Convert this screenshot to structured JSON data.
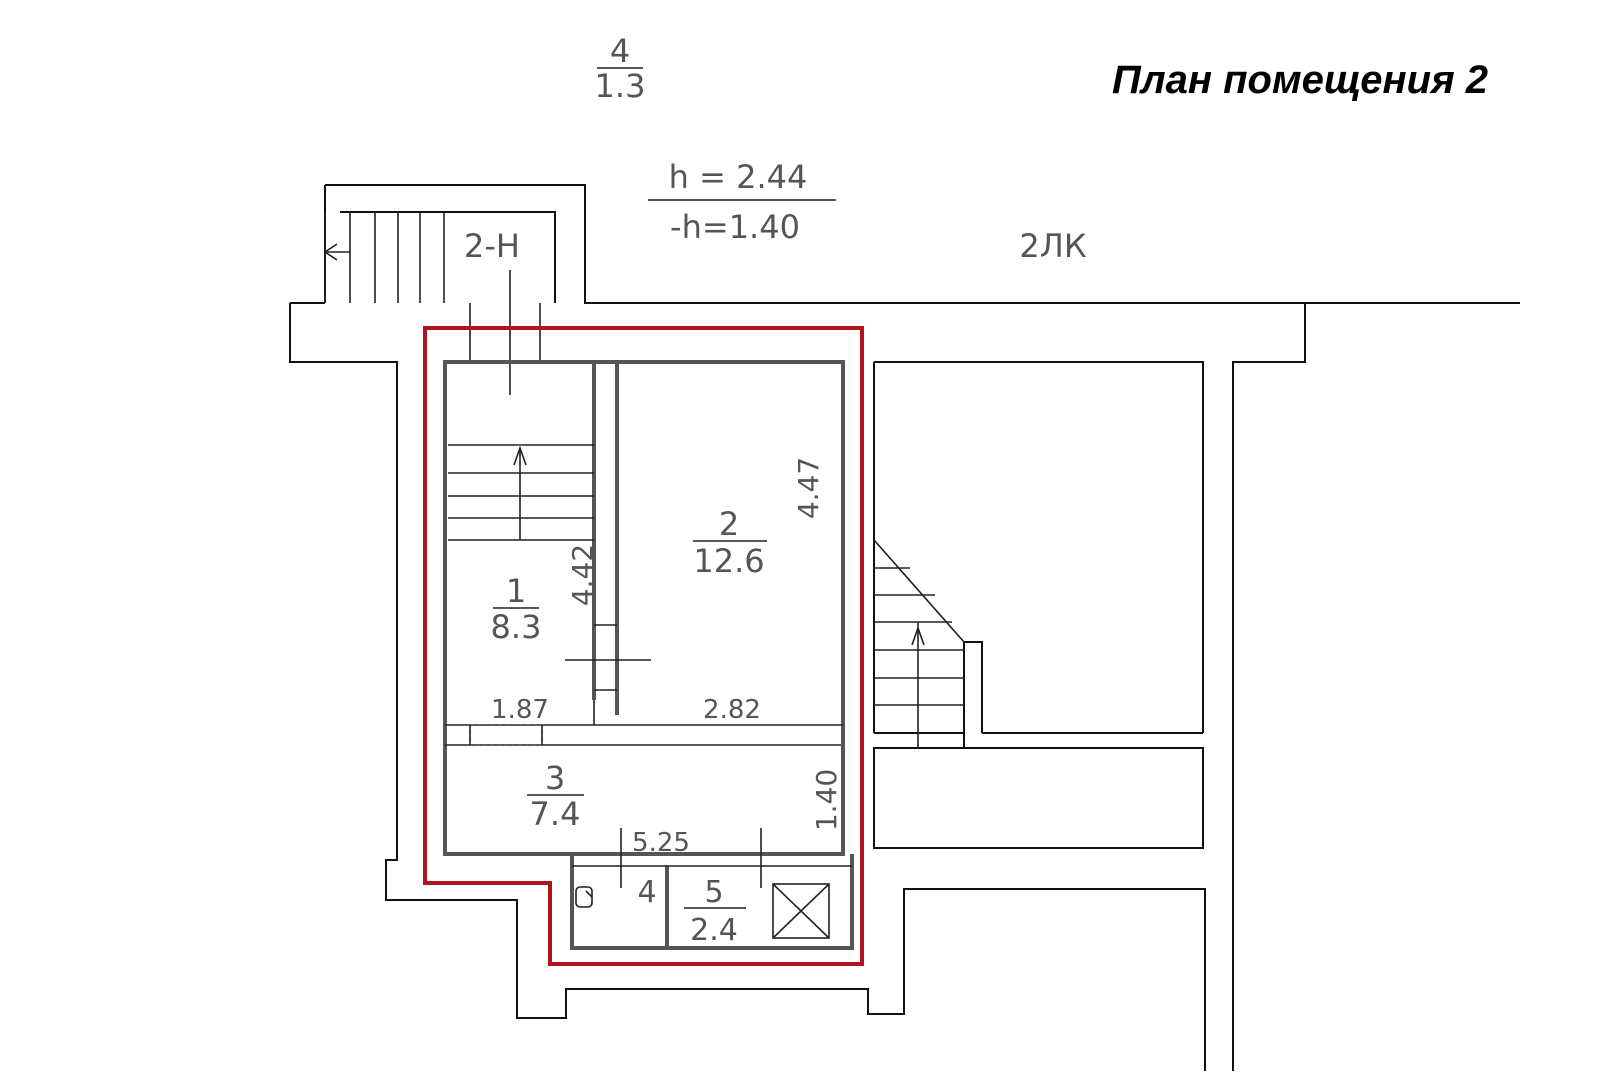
{
  "title": "План помещения 2",
  "colors": {
    "outline": "#b0141e",
    "walls": "#111111",
    "labels": "#555555"
  },
  "labels": {
    "top_num": "4",
    "top_den": "1.3",
    "height": "h = 2.44",
    "neg_height": "-h=1.40",
    "stair_code": "2-Н",
    "neighbor_code": "2ЛК"
  },
  "rooms": [
    {
      "num": "1",
      "area": "8.3"
    },
    {
      "num": "2",
      "area": "12.6"
    },
    {
      "num": "3",
      "area": "7.4"
    },
    {
      "num": "4",
      "area": ""
    },
    {
      "num": "5",
      "area": "2.4"
    }
  ],
  "dims": {
    "room1_height": "4.42",
    "room2_height": "4.47",
    "room1_width": "1.87",
    "room2_width": "2.82",
    "room3_height": "1.40",
    "room3_width": "5.25"
  }
}
